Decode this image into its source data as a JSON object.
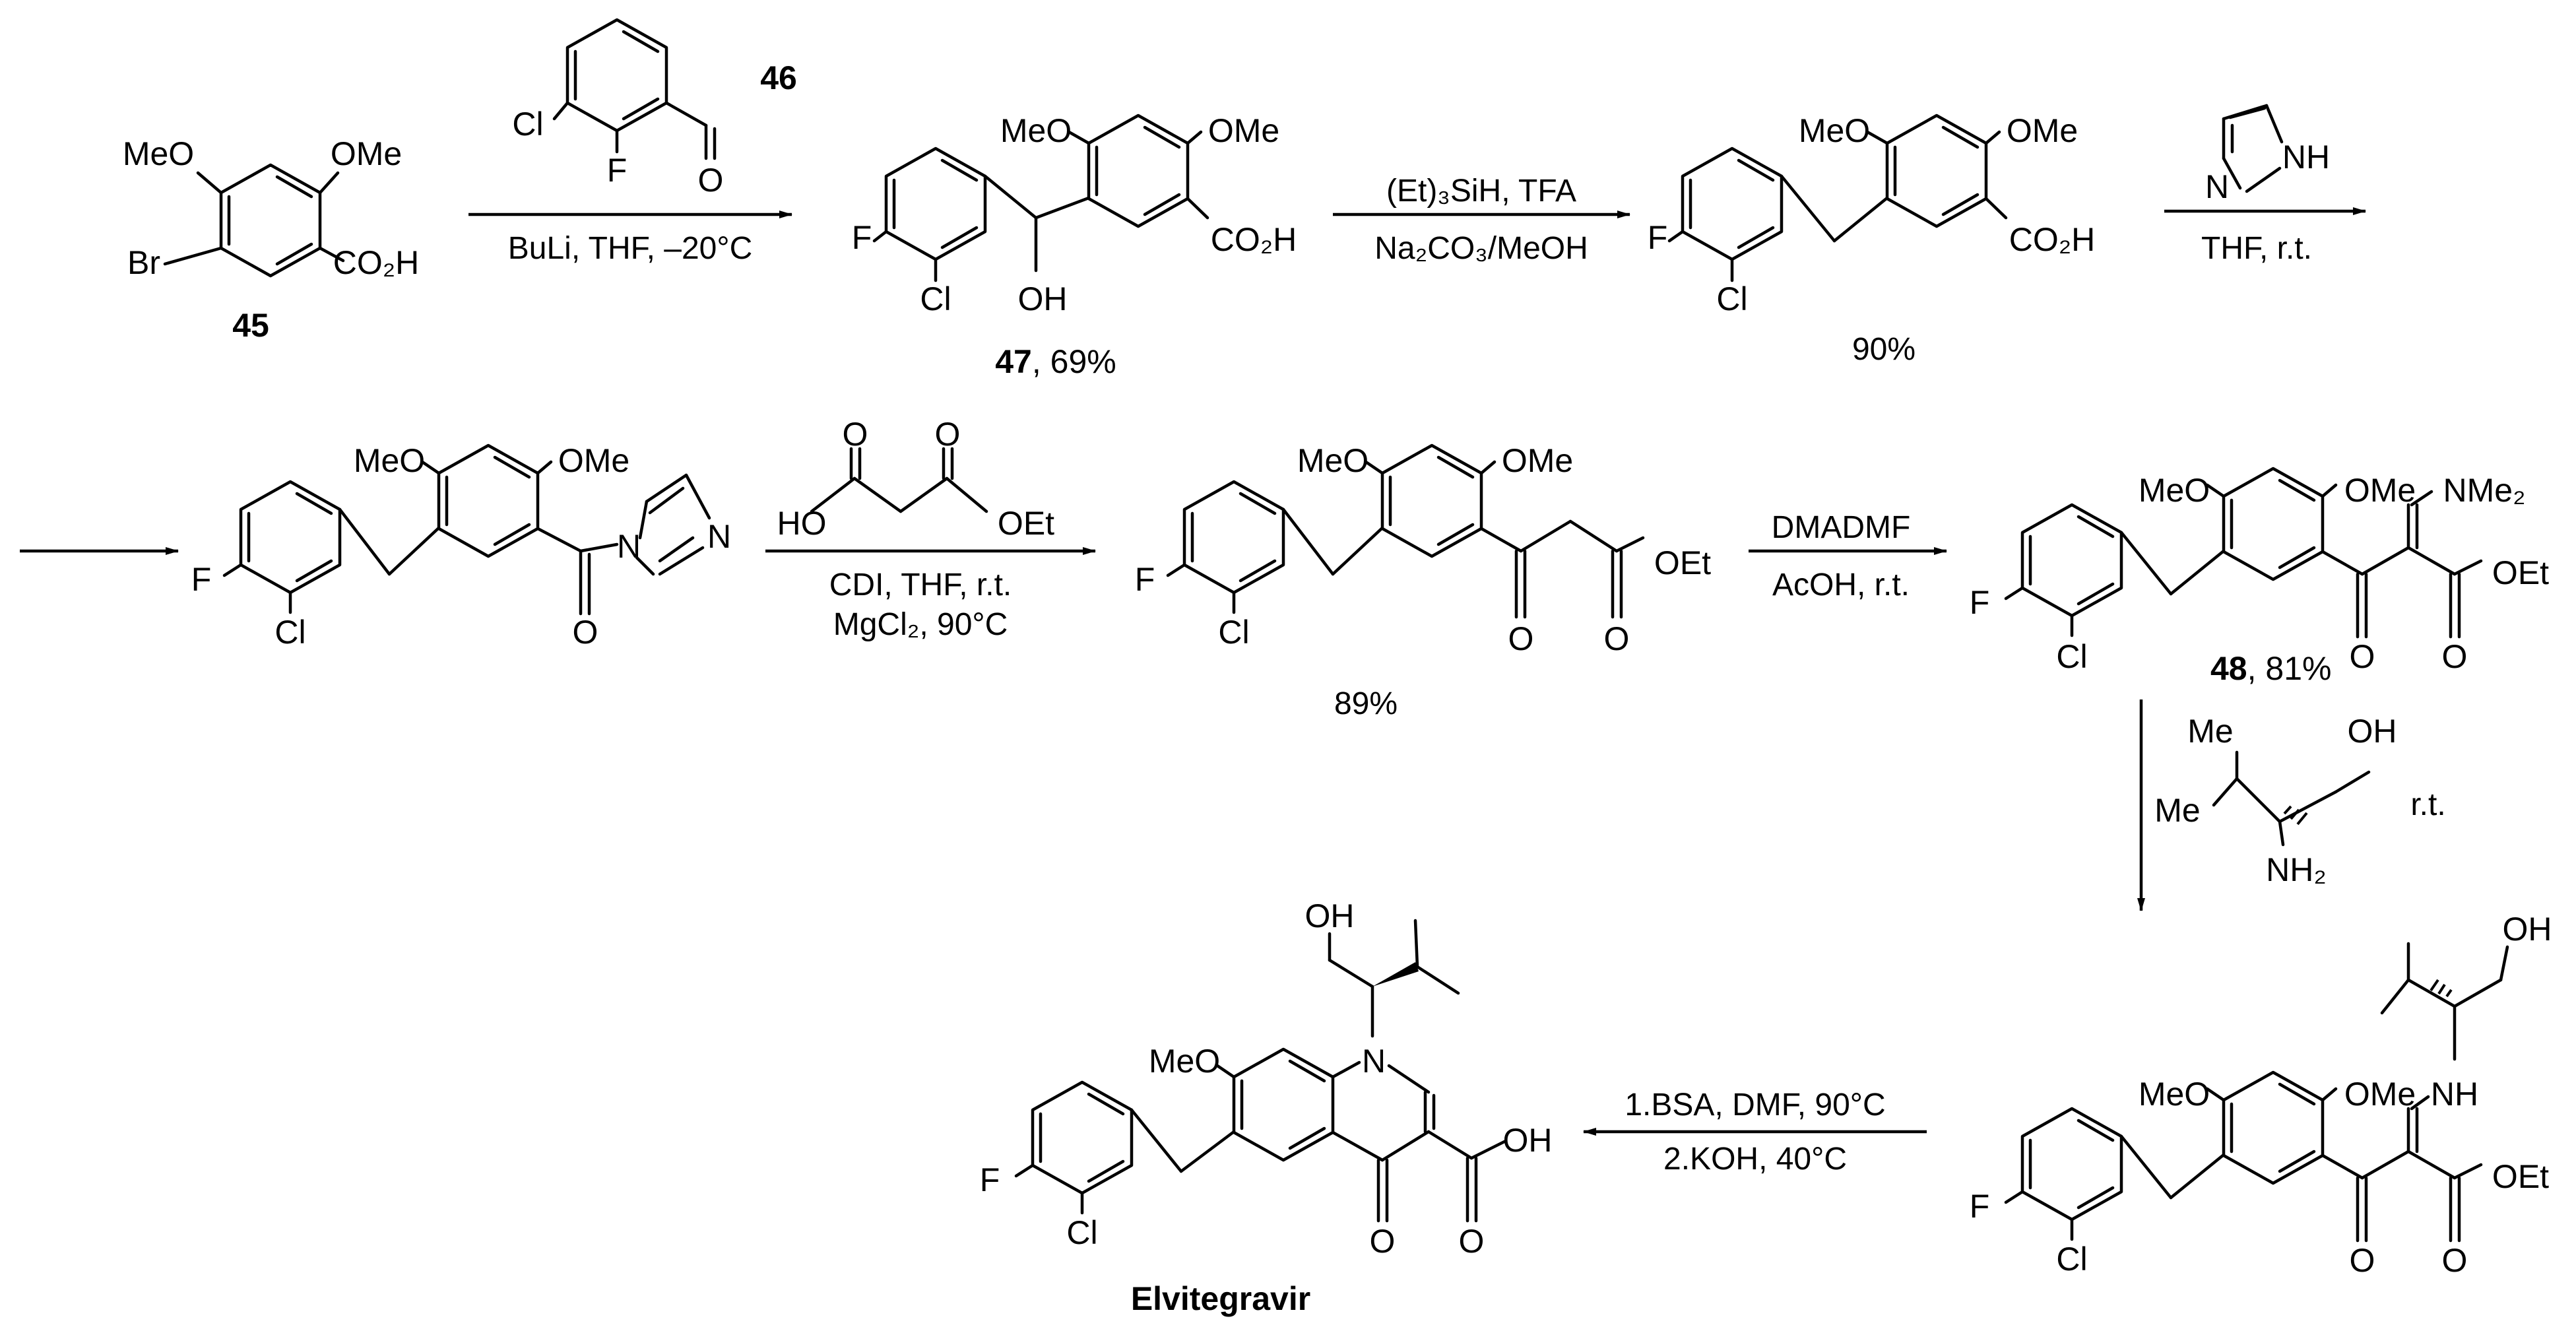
{
  "compounds": {
    "c45": {
      "label": "45",
      "atoms": {
        "meo": "MeO",
        "ome": "OMe",
        "br": "Br",
        "co2h": "CO₂H"
      }
    },
    "c46": {
      "label": "46",
      "atoms": {
        "cl": "Cl",
        "f": "F",
        "o": "O"
      }
    },
    "c47": {
      "label": "47",
      "yield": ", 69%",
      "atoms": {
        "meo": "MeO",
        "ome": "OMe",
        "f": "F",
        "cl": "Cl",
        "oh": "OH",
        "co2h": "CO₂H"
      }
    },
    "c_red": {
      "yield": "90%",
      "atoms": {
        "meo": "MeO",
        "ome": "OMe",
        "f": "F",
        "cl": "Cl",
        "co2h": "CO₂H"
      }
    },
    "c_imid": {
      "atoms": {
        "meo": "MeO",
        "ome": "OMe",
        "f": "F",
        "cl": "Cl",
        "n1": "N",
        "n2": "N",
        "o": "O"
      }
    },
    "c_ketoester": {
      "yield": "89%",
      "atoms": {
        "meo": "MeO",
        "ome": "OMe",
        "f": "F",
        "cl": "Cl",
        "o1": "O",
        "o2": "O",
        "oet": "OEt"
      }
    },
    "c48": {
      "label": "48",
      "yield": ", 81%",
      "atoms": {
        "meo": "MeO",
        "ome": "OMe",
        "nme2": "NMe₂",
        "f": "F",
        "cl": "Cl",
        "o1": "O",
        "o2": "O",
        "oet": "OEt"
      }
    },
    "c_enamine": {
      "atoms": {
        "meo": "MeO",
        "ome": "OMe",
        "nh": "NH",
        "oh": "OH",
        "f": "F",
        "cl": "Cl",
        "o1": "O",
        "o2": "O",
        "oet": "OEt"
      }
    },
    "elvitegravir": {
      "label": "Elvitegravir",
      "atoms": {
        "oh": "OH",
        "n": "N",
        "meo": "MeO",
        "f": "F",
        "cl": "Cl",
        "o": "O",
        "cooh": "OH",
        "co": "O"
      }
    }
  },
  "reagents": {
    "imidazole": {
      "n": "N",
      "nh": "NH"
    },
    "malonate": {
      "ho": "HO",
      "oet": "OEt",
      "o1": "O",
      "o2": "O"
    },
    "valinol": {
      "me1": "Me",
      "me2": "Me",
      "oh": "OH",
      "nh2": "NH₂"
    }
  },
  "conditions": {
    "step1": {
      "below": "BuLi, THF, –20°C"
    },
    "step2": {
      "above": "(Et)₃SiH, TFA",
      "below": "Na₂CO₃/MeOH"
    },
    "step3": {
      "below": "THF, r.t."
    },
    "step4": {
      "below1": "CDI, THF, r.t.",
      "below2": "MgCl₂, 90°C"
    },
    "step5": {
      "above": "DMADMF",
      "below": "AcOH, r.t."
    },
    "step6": {
      "side": "r.t."
    },
    "step7": {
      "above": "1.BSA, DMF, 90°C",
      "below": "2.KOH, 40°C"
    }
  }
}
